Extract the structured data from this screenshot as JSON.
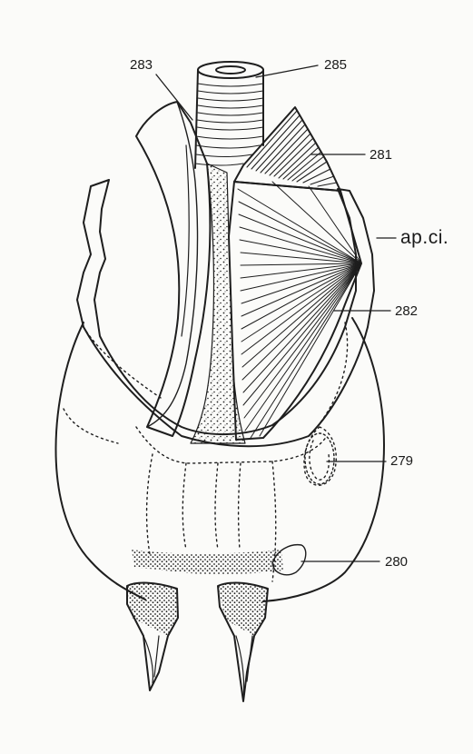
{
  "figure": {
    "ink_color": "#1e1e1e",
    "paper_color": "#fbfbf9",
    "labels": {
      "l283": "283",
      "l285": "285",
      "l281": "281",
      "lapci": "ap.ci.",
      "l282": "282",
      "l279": "279",
      "l280": "280"
    }
  }
}
